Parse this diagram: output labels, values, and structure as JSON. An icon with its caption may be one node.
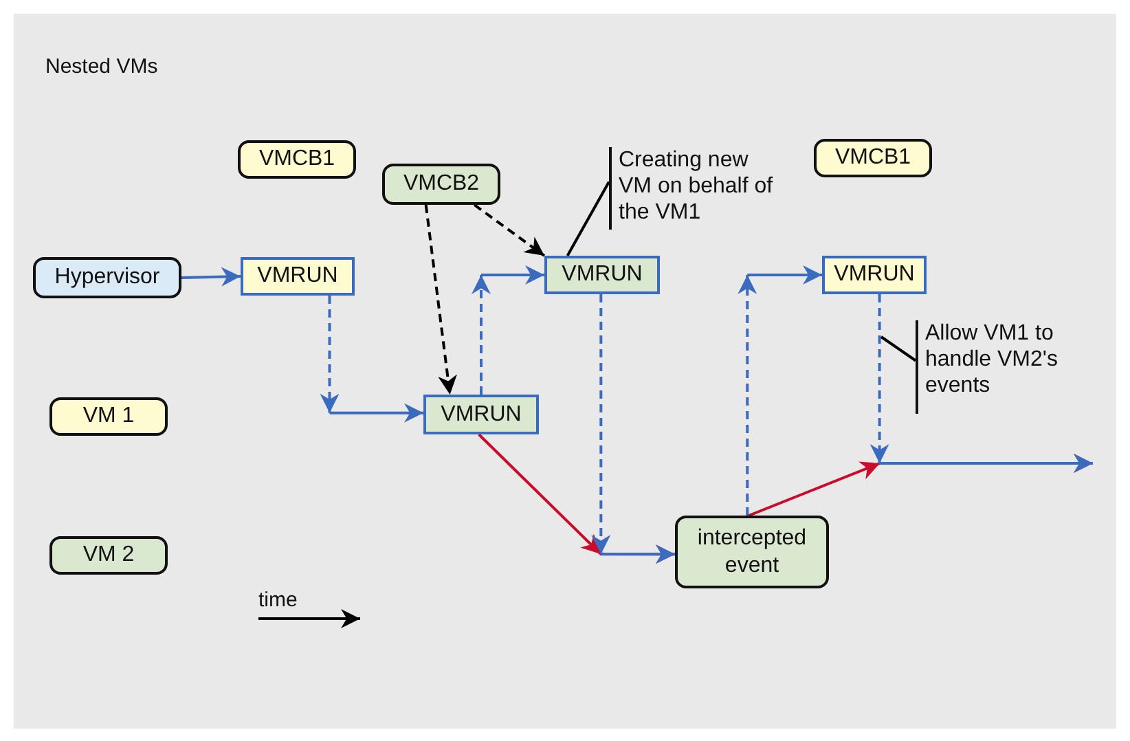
{
  "diagram": {
    "title": "Nested VMs",
    "nodes": [
      {
        "text": [
          "Hypervisor"
        ]
      },
      {
        "text": [
          "VMCB1"
        ]
      },
      {
        "text": [
          "VMCB2"
        ]
      },
      {
        "text": [
          "VMCB1"
        ]
      },
      {
        "text": [
          "VM 1"
        ]
      },
      {
        "text": [
          "VM 2"
        ]
      },
      {
        "text": [
          "VMRUN"
        ]
      },
      {
        "text": [
          "VMRUN"
        ]
      },
      {
        "text": [
          "VMRUN"
        ]
      },
      {
        "text": [
          "VMRUN"
        ]
      },
      {
        "text": [
          "intercepted event"
        ]
      },
      {
        "text": [
          "Creating new VM on behalf of the VM1"
        ]
      },
      {
        "text": [
          "Allow VM1 to handle VM2's events"
        ]
      }
    ],
    "edges": [
      {
        "from": 0,
        "to": 6,
        "arrow": "to"
      },
      {
        "from": 6,
        "to": 7,
        "arrow": "to",
        "style": "dashed"
      },
      {
        "from": 7,
        "to": 8,
        "arrow": "to",
        "style": "dashed"
      },
      {
        "from": 2,
        "to": 7,
        "arrow": "to",
        "style": "dashed",
        "color": "#000000"
      },
      {
        "from": 2,
        "to": 8,
        "arrow": "to",
        "style": "dashed",
        "color": "#000000"
      },
      {
        "from": 7,
        "to": 10,
        "arrow": "to",
        "color": "#cc0a2a"
      },
      {
        "from": 8,
        "to": 10,
        "arrow": "to",
        "style": "dashed"
      },
      {
        "from": 10,
        "to": 9,
        "arrow": "to",
        "style": "dashed"
      },
      {
        "from": 10,
        "to": null,
        "arrow": "to",
        "color": "#cc0a2a"
      },
      {
        "from": 9,
        "to": null,
        "arrow": "to",
        "style": "dashed"
      },
      {
        "from": 11,
        "to": 8,
        "arrow": "none",
        "color": "#000000"
      },
      {
        "from": 12,
        "to": null,
        "arrow": "none",
        "color": "#000000"
      }
    ],
    "labels": [
      "time"
    ]
  }
}
